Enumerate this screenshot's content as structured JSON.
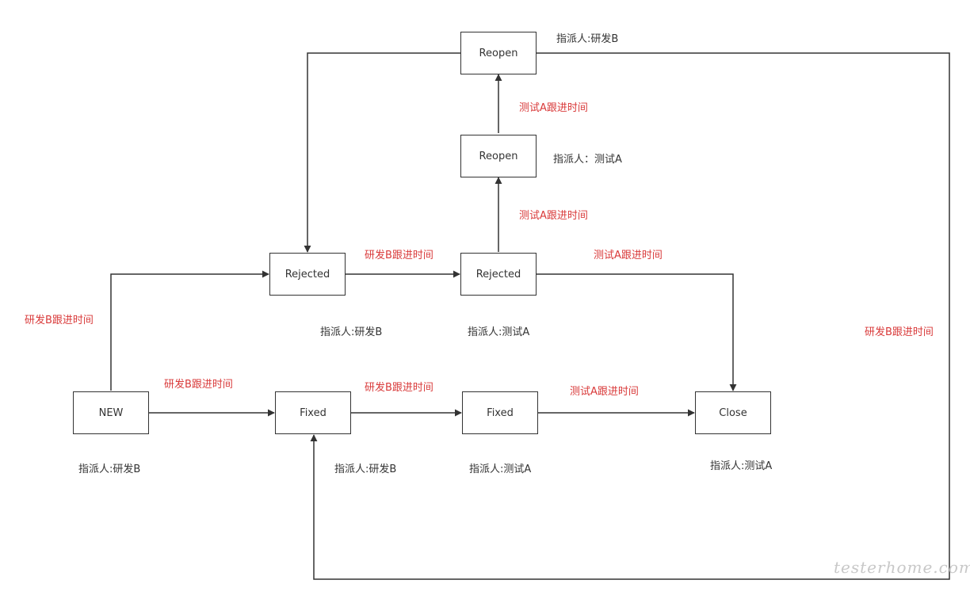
{
  "nodes": {
    "reopen_top": "Reopen",
    "reopen_mid": "Reopen",
    "rejected_left": "Rejected",
    "rejected_right": "Rejected",
    "new": "NEW",
    "fixed_left": "Fixed",
    "fixed_right": "Fixed",
    "close": "Close"
  },
  "assignees": {
    "reopen_top": "指派人:研发B",
    "reopen_mid": "指派人：测试A",
    "rejected_left": "指派人:研发B",
    "rejected_right": "指派人:测试A",
    "new": "指派人:研发B",
    "fixed_left": "指派人:研发B",
    "fixed_right": "指派人:测试A",
    "close": "指派人:测试A"
  },
  "edge_labels": {
    "mid_to_top": "测试A跟进时间",
    "rej_to_mid": "测试A跟进时间",
    "rej_to_rej": "研发B跟进时间",
    "rej_to_close": "测试A跟进时间",
    "new_to_rej": "研发B跟进时间",
    "new_to_fixed": "研发B跟进时间",
    "fixed_to_fixed": "研发B跟进时间",
    "fixed_to_close": "测试A跟进时间",
    "reopen_to_fixed": "研发B跟进时间"
  },
  "colors": {
    "stroke": "#333333",
    "label_red": "#d93a3a",
    "text": "#333333"
  },
  "watermark": "testerhome.com"
}
